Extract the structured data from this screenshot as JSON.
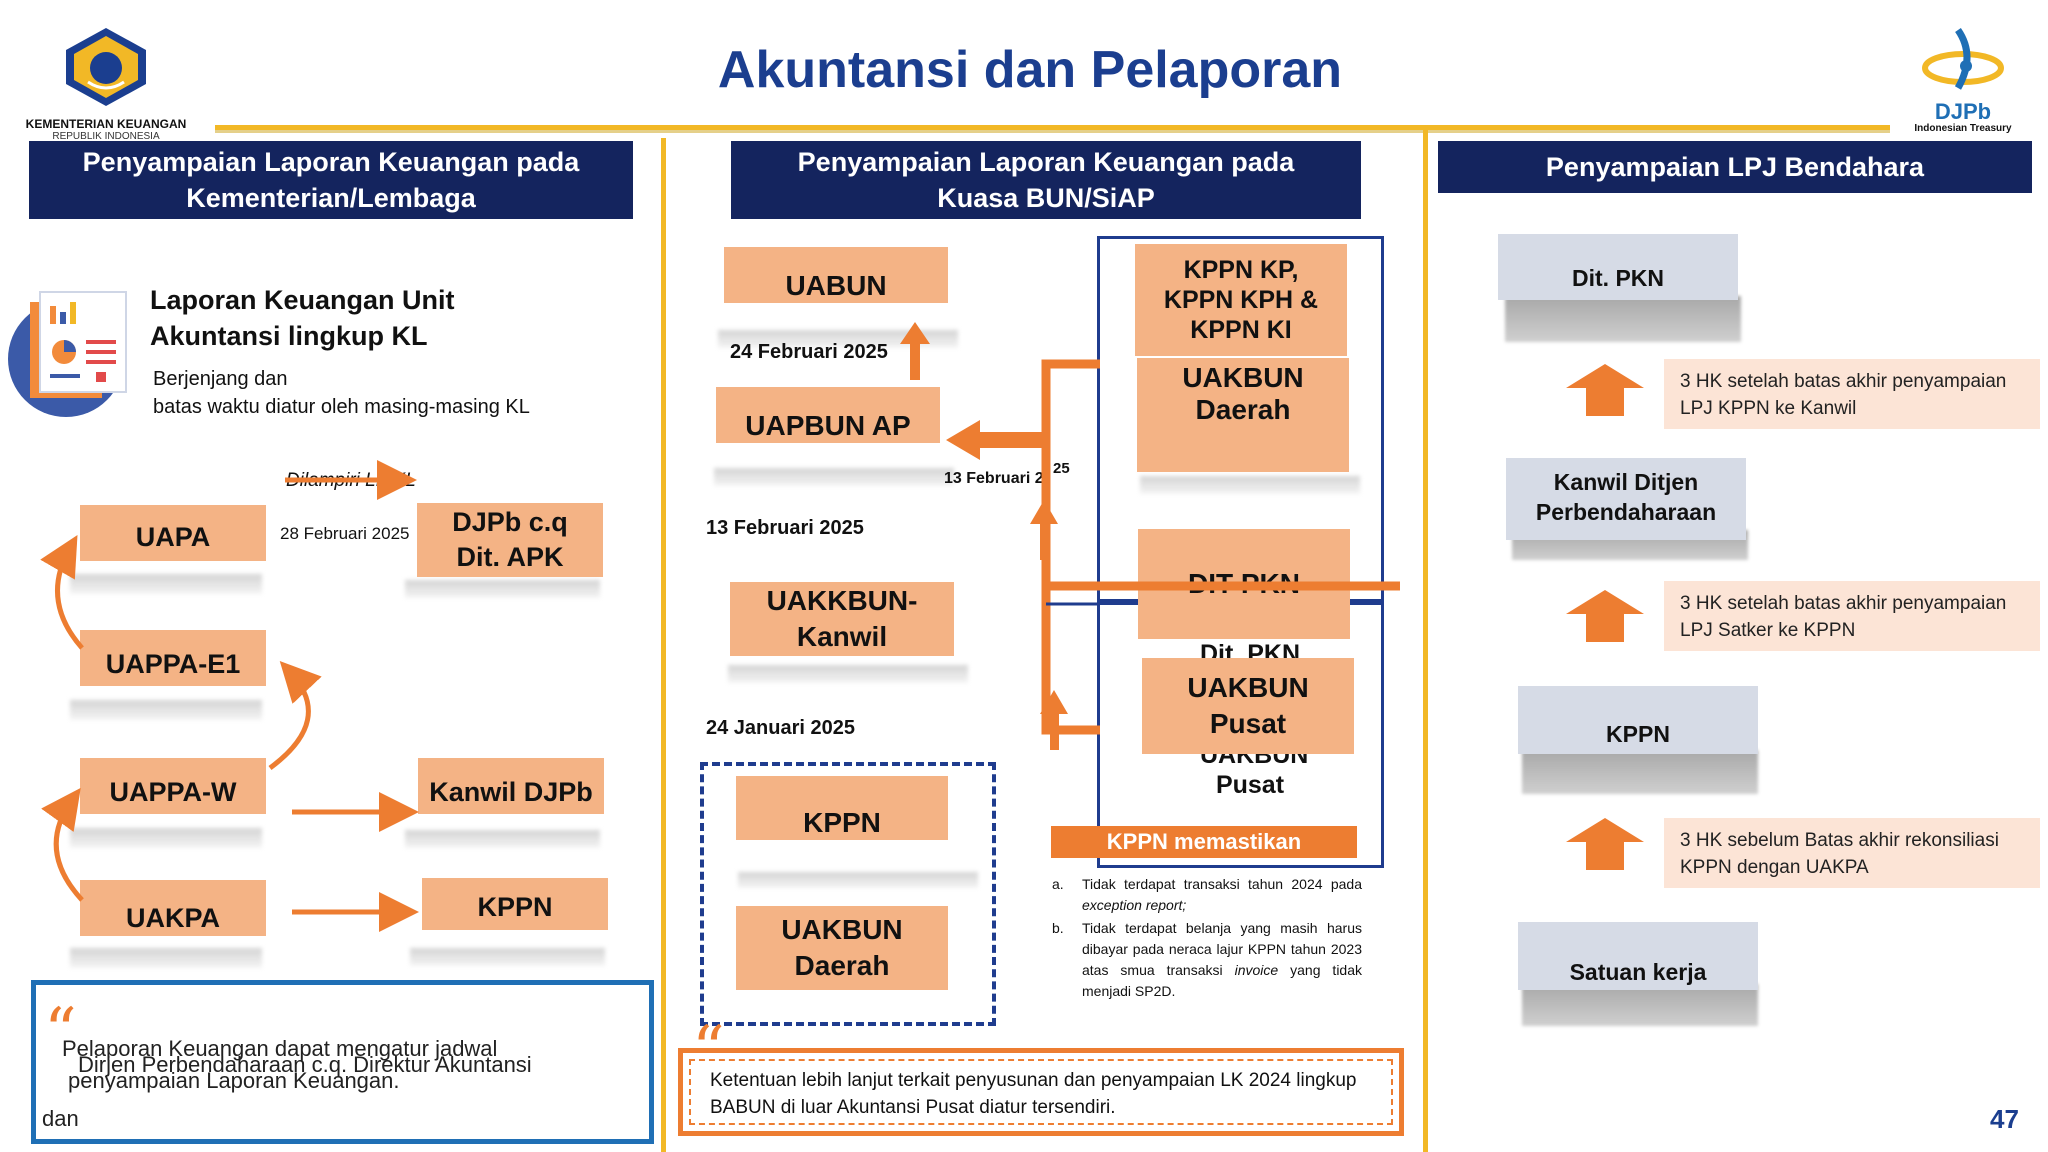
{
  "header": {
    "title": "Akuntansi dan Pelaporan",
    "logo_left_line1": "KEMENTERIAN KEUANGAN",
    "logo_left_line2": "REPUBLIK INDONESIA",
    "logo_right_main": "DJPb",
    "logo_right_sub": "Indonesian Treasury"
  },
  "col1": {
    "heading": "Penyampaian Laporan Keuangan pada Kementerian/Lembaga",
    "info_title": "Laporan Keuangan Unit Akuntansi lingkup KL",
    "info_line1": "Berjenjang dan",
    "info_line2": "batas waktu diatur oleh masing-masing KL",
    "attached_label": "Dilampiri LKjKL",
    "date_label": "28 Februari 2025",
    "boxes": {
      "uapa": "UAPA",
      "uappa_e1": "UAPPA-E1",
      "uappa_w": "UAPPA-W",
      "uakpa": "UAKPA",
      "djpb": "DJPb c.q Dit. APK",
      "kanwil": "Kanwil DJPb",
      "kppn": "KPPN"
    },
    "quote_line1": "Pelaporan Keuangan dapat mengatur jadwal",
    "quote_line2": "penyampaian Laporan Keuangan.",
    "quote_overlap": "Dirjen Perbendaharaan c.q. Direktur Akuntansi",
    "quote_dan": "dan"
  },
  "col2": {
    "heading": "Penyampaian Laporan Keuangan pada Kuasa BUN/SiAP",
    "boxes": {
      "uabun": "UABUN",
      "uapbun_ap": "UAPBUN AP",
      "uakkbun_kanwil": "UAKKBUN-Kanwil",
      "kppn": "KPPN",
      "uakbun_daerah_bottom": "UAKBUN Daerah",
      "kppn_group": "KPPN KP, KPPN KPH & KPPN KI",
      "uakbun_daerah_right": "UAKBUN Daerah",
      "dit_pkn": "DIT PKN",
      "dit_pkn_hidden": "Dit. PKN",
      "uakbun_pusat": "UAKBUN Pusat",
      "uakbun_pusat_behind": "UAKBUN Pusat"
    },
    "dates": {
      "d1": "24 Februari 2025",
      "d2": "13 Februari 2025",
      "d3": "24 Januari 2025",
      "d4": "13 Februari 2",
      "d4_tail": "25"
    },
    "kppn_memastikan": "KPPN memastikan",
    "list": [
      {
        "marker": "a.",
        "text_pre": "Tidak terdapat transaksi tahun 2024 pada ",
        "text_em": "exception report;",
        "text_post": ""
      },
      {
        "marker": "b.",
        "text_pre": "Tidak terdapat belanja yang masih harus dibayar pada neraca lajur KPPN tahun 2023 atas smua transaksi ",
        "text_em": "invoice",
        "text_post": " yang tidak menjadi SP2D."
      }
    ],
    "note": "Ketentuan lebih lanjut terkait penyusunan dan penyampaian LK 2024 lingkup BABUN di luar Akuntansi Pusat diatur tersendiri."
  },
  "col3": {
    "heading": "Penyampaian LPJ Bendahara",
    "boxes": [
      "Dit. PKN",
      "Kanwil Ditjen Perbendaharaan",
      "KPPN",
      "Satuan kerja"
    ],
    "notes": [
      "3 HK setelah batas akhir penyampaian LPJ KPPN ke Kanwil",
      "3 HK setelah batas akhir penyampaian LPJ Satker ke KPPN",
      "3 HK sebelum Batas akhir rekonsiliasi KPPN dengan UAKPA"
    ]
  },
  "page_number": "47",
  "colors": {
    "navy": "#14245e",
    "orange": "#ed7d31",
    "peach": "#f4b385",
    "gold": "#f2b826",
    "blue": "#1f6fb5"
  }
}
